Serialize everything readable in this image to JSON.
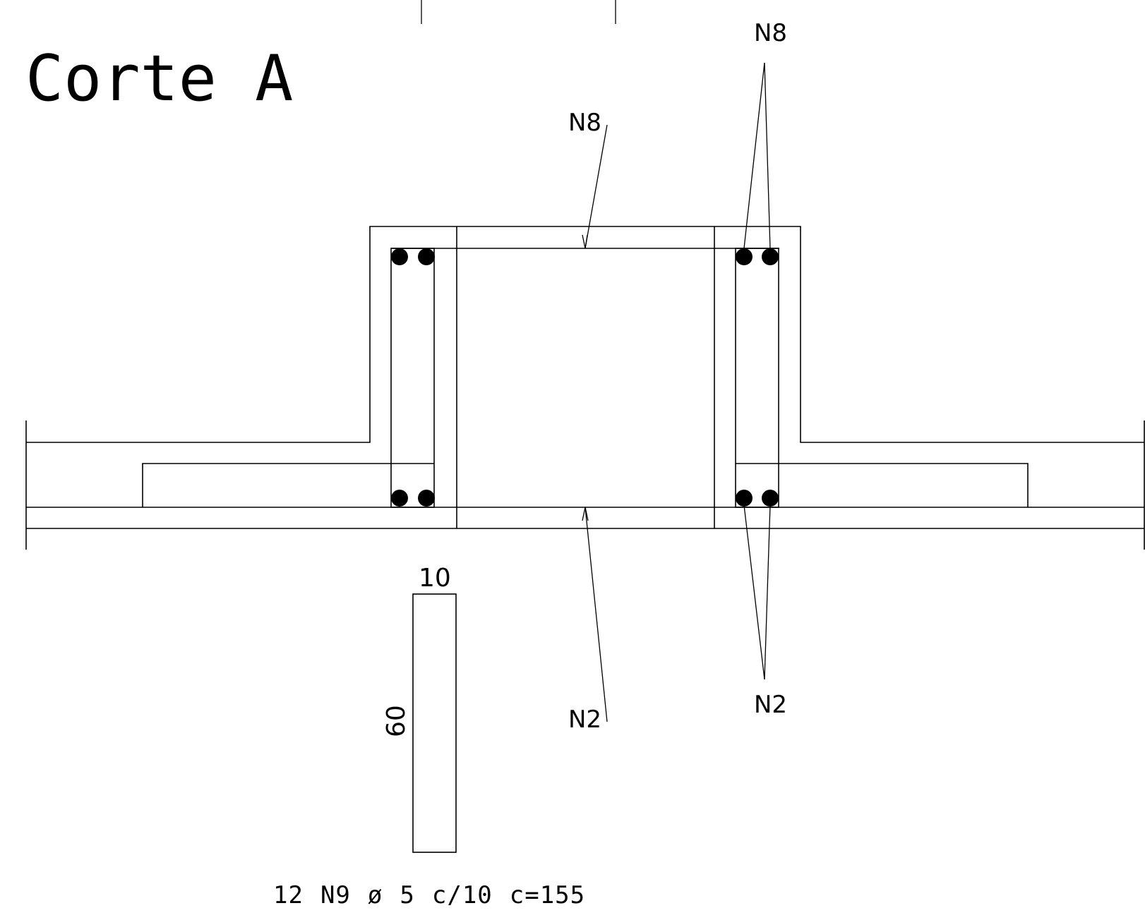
{
  "title": "Corte A",
  "labels": {
    "top_center": "N8",
    "top_right": "N8",
    "bottom_center": "N2",
    "bottom_right": "N2"
  },
  "stirrup_detail": {
    "width_label": "10",
    "height_label": "60"
  },
  "schedule": {
    "quantity": "12",
    "bar": "N9",
    "diameter_symbol": "ø",
    "diameter": "5",
    "spacing": "c/10",
    "length": "c=155"
  }
}
